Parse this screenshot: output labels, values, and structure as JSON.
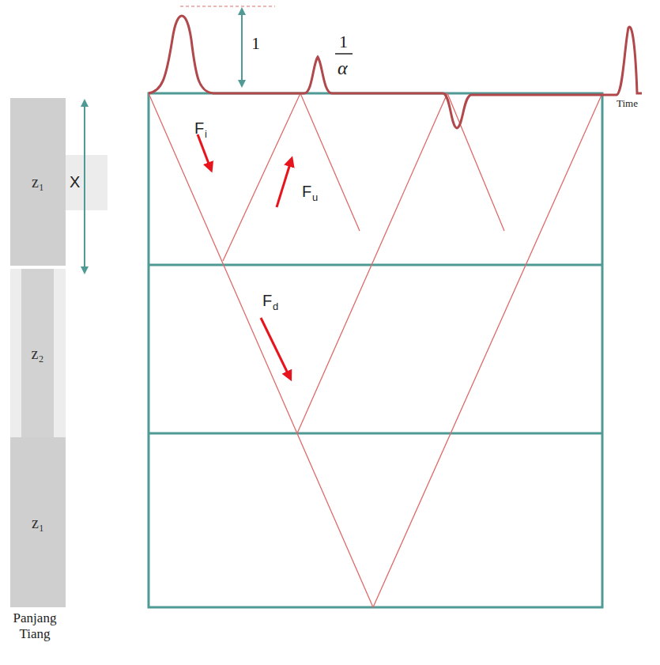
{
  "diagram": {
    "nodes": [
      {
        "text": [
          "z₁"
        ]
      },
      {
        "text": [
          "z₂"
        ]
      },
      {
        "text": [
          "z₁"
        ]
      }
    ],
    "labels": [
      "X",
      "1",
      "1",
      "α",
      "F",
      "i",
      "F",
      "u",
      "F",
      "d",
      "Time",
      "Panjang Tiang"
    ]
  }
}
